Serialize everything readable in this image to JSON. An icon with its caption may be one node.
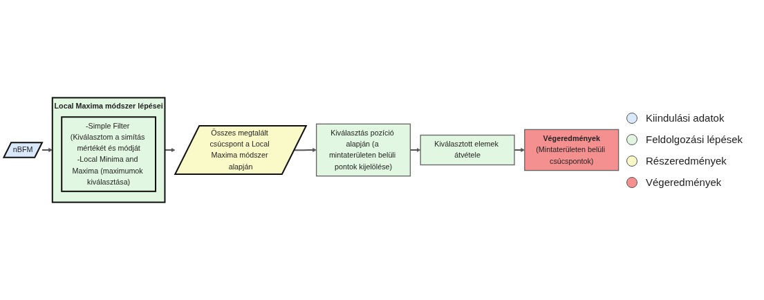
{
  "diagram": {
    "nodes": [
      {
        "text": [
          "nBFM"
        ]
      },
      {
        "text": [
          "Local Maxima módszer lépései"
        ]
      },
      {
        "text": [
          "-Simple Filter (Kiválasztom a simítás mértékét és módját",
          "-Local Minima and Maxima (maximumok kiválasztása)"
        ],
        "in": 1
      },
      {
        "text": [
          "Összes megtalált csúcspont a Local Maxima módszer alapján"
        ]
      },
      {
        "text": [
          "Kiválasztás pozíció alapján (a mintaterületen belüli pontok kijelölése)"
        ]
      },
      {
        "text": [
          "Kiválasztott elemek átvétele"
        ]
      },
      {
        "text": [
          "Végeredmények",
          "(Mintaterületen belüli csúcspontok)"
        ]
      }
    ],
    "edges": [
      {
        "from": 0,
        "to": 1,
        "arrow": "to"
      },
      {
        "from": 1,
        "to": 3,
        "arrow": "to"
      },
      {
        "from": 3,
        "to": 4,
        "arrow": "to"
      },
      {
        "from": 4,
        "to": 5,
        "arrow": "to"
      },
      {
        "from": 5,
        "to": 6,
        "arrow": "to"
      }
    ],
    "legend": [
      {
        "text": "Kiindulási adatok",
        "color": "#dae8fc"
      },
      {
        "text": "Feldolgozási lépések",
        "color": "#e1f5e1"
      },
      {
        "text": "Részeredmények",
        "color": "#fafac8"
      },
      {
        "text": "Végeredmények",
        "color": "#f59090"
      }
    ]
  }
}
